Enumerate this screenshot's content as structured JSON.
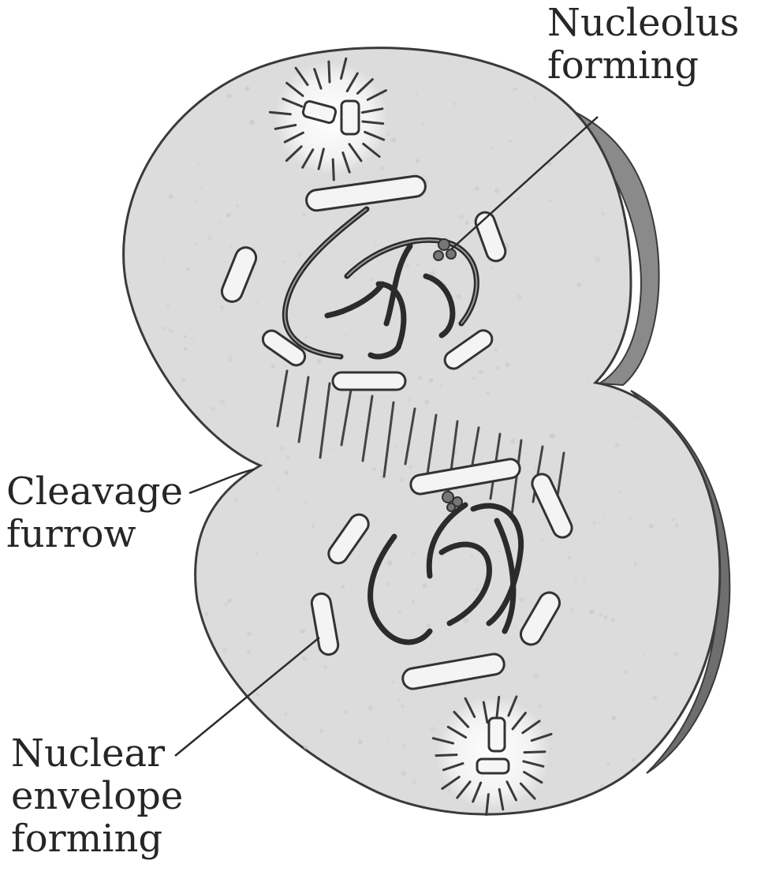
{
  "labels": {
    "nucleolus": [
      "Nucleolus",
      "forming"
    ],
    "cleavage": [
      "Cleavage",
      "furrow"
    ],
    "envelope": [
      "Nuclear",
      "envelope",
      "forming"
    ]
  },
  "colors": {
    "cell_fill": "#dcdcdc",
    "outline": "#3a3a3a",
    "chromosome": "#2b2b2b",
    "envelope_fragment": "#f4f4f4",
    "centrosome_halo": "#f2f2f2",
    "text": "#262626"
  }
}
